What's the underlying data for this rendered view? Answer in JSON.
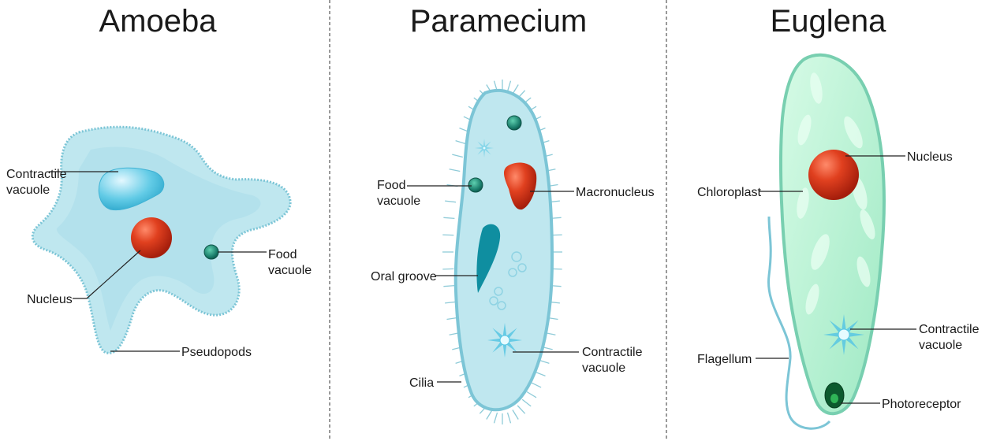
{
  "panels": {
    "amoeba": {
      "title": "Amoeba",
      "labels": {
        "contractile_vacuole": [
          "Contractile",
          "vacuole"
        ],
        "food_vacuole": [
          "Food",
          "vacuole"
        ],
        "nucleus": "Nucleus",
        "pseudopods": "Pseudopods"
      }
    },
    "paramecium": {
      "title": "Paramecium",
      "labels": {
        "food_vacuole": [
          "Food",
          "vacuole"
        ],
        "macronucleus": "Macronucleus",
        "oral_groove": "Oral groove",
        "contractile_vacuole": [
          "Contractile",
          "vacuole"
        ],
        "cilia": "Cilia"
      }
    },
    "euglena": {
      "title": "Euglena",
      "labels": {
        "nucleus": "Nucleus",
        "chloroplast": "Chloroplast",
        "contractile_vacuole": [
          "Contractile",
          "vacuole"
        ],
        "flagellum": "Flagellum",
        "photoreceptor": "Photoreceptor"
      }
    }
  },
  "colors": {
    "cell_blue": "#bfe7ef",
    "cell_blue_edge": "#7cc5d6",
    "cell_green": "#b9f0cf",
    "cell_green_edge": "#78cfb0",
    "nucleus_red": "#d9341c",
    "vacuole_blue": "#57c6e3"
  }
}
